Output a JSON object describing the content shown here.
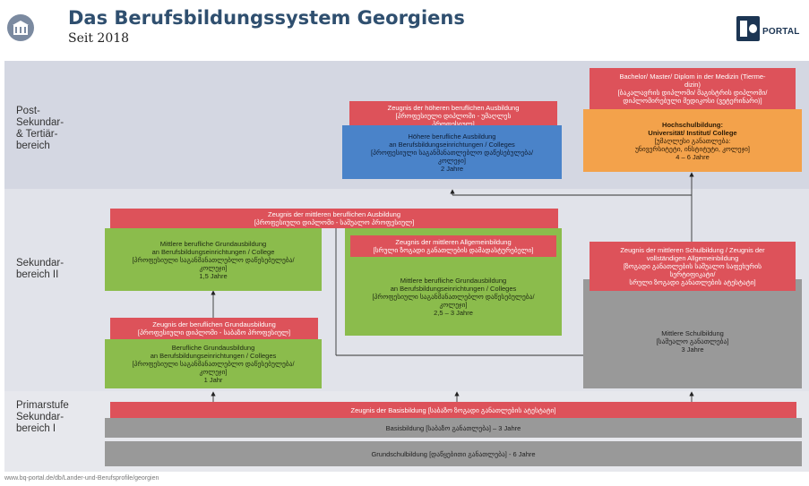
{
  "header": {
    "title": "Das Berufsbildungssystem Georgiens",
    "subtitle": "Seit 2018",
    "logo_text": "PORTAL"
  },
  "levels": {
    "post": [
      "Post-",
      "Sekundar-",
      "& Tertiär-",
      "bereich"
    ],
    "sek2": [
      "Sekundar-",
      "bereich II"
    ],
    "primar": [
      "Primarstufe",
      "Sekundar-",
      "bereich I"
    ]
  },
  "boxes": {
    "tertiary_cert": [
      "Bachelor/ Master/ Diplom in der Medizin (Tierme-",
      "dizin)",
      "[ბაკალავრის დიპლომი/ მაგისტრის დიპლომი/",
      "დიპლომირებული მედიკოსი (ვეტერინარი)]"
    ],
    "tertiary": [
      "Hochschulbildung:",
      "Universität/ Institut/ College",
      "[უმაღლესი განათლება:",
      "უნივერსიტეტი, ინსტიტუტი, კოლეჯი]",
      "4 – 6 Jahre"
    ],
    "higher_voc_cert": [
      "Zeugnis der höheren beruflichen Ausbildung",
      "[პროფესიული დიპლომი - უმაღლეს",
      "პროფესიულ]"
    ],
    "higher_voc": [
      "Höhere berufliche Ausbildung",
      "an Berufsbildungseinrichtungen / Colleges",
      "[პროფესიული საგანმანათლებლო დაწესებულება/",
      "კოლეჯი]",
      "2 Jahre"
    ],
    "mid_voc_cert": [
      "Zeugnis der mittleren beruflichen Ausbildung",
      "[პროფესიული დიპლომი - საშუალო პროფესიულ]"
    ],
    "mid_voc": [
      "Mittlere berufliche Grundausbildung",
      "an Berufsbildungseinrichtungen / College",
      "[პროფესიული საგანმანათლებლო დაწესებულება/",
      "კოლეჯი]",
      "1,5 Jahre"
    ],
    "mid_gen_cert": [
      "Zeugnis der mittleren Allgemeinbildung",
      "[სრული ზოგადი განათლების დამადასტურებელი]"
    ],
    "mid_voc2": [
      "Mittlere berufliche Grundausbildung",
      "an Berufsbildungseinrichtungen / Colleges",
      "[პროფესიული საგანმანათლებლო დაწესებულება/",
      "კოლეჯი]",
      "2,5 – 3 Jahre"
    ],
    "school_cert": [
      "Zeugnis der mittleren Schulbildung / Zeugnis der",
      "vollständigen Allgemeinbildung",
      "[ზოგადი განათლების საშუალო საფეხურის",
      "სერტიფიკატი/",
      "სრული ზოგადი განათლების ატესტატი]"
    ],
    "school": [
      "Mittlere Schulbildung",
      "[საშუალო განათლება]",
      "3 Jahre"
    ],
    "basic_voc_cert": [
      "Zeugnis der beruflichen Grundausbildung",
      "[პროფესიული დიპლომი - საბაზო პროფესიულ]"
    ],
    "basic_voc": [
      "Berufliche Grundausbildung",
      "an Berufsbildungseinrichtungen / Colleges",
      "[პროფესიული საგანმანათლებლო დაწესებულება/",
      "კოლეჯი]",
      "1 Jahr"
    ],
    "basic_cert": [
      "Zeugnis der Basisbildung [საბაზო ზოგადი განათლების ატესტატი]"
    ],
    "basic": [
      "Basisbildung [საბაზო განათლება] – 3 Jahre"
    ],
    "primary": [
      "Grundschulbildung [დაწყებითი განათლება] - 6 Jahre"
    ]
  },
  "footer": "www.bq-portal.de/db/Lander-und-Berufsprofile/georgien",
  "colors": {
    "red": "#dd525a",
    "green": "#8bbc4c",
    "blue": "#4a83c9",
    "orange": "#f3a24b",
    "gray": "#999999",
    "title": "#2f4f6f"
  }
}
